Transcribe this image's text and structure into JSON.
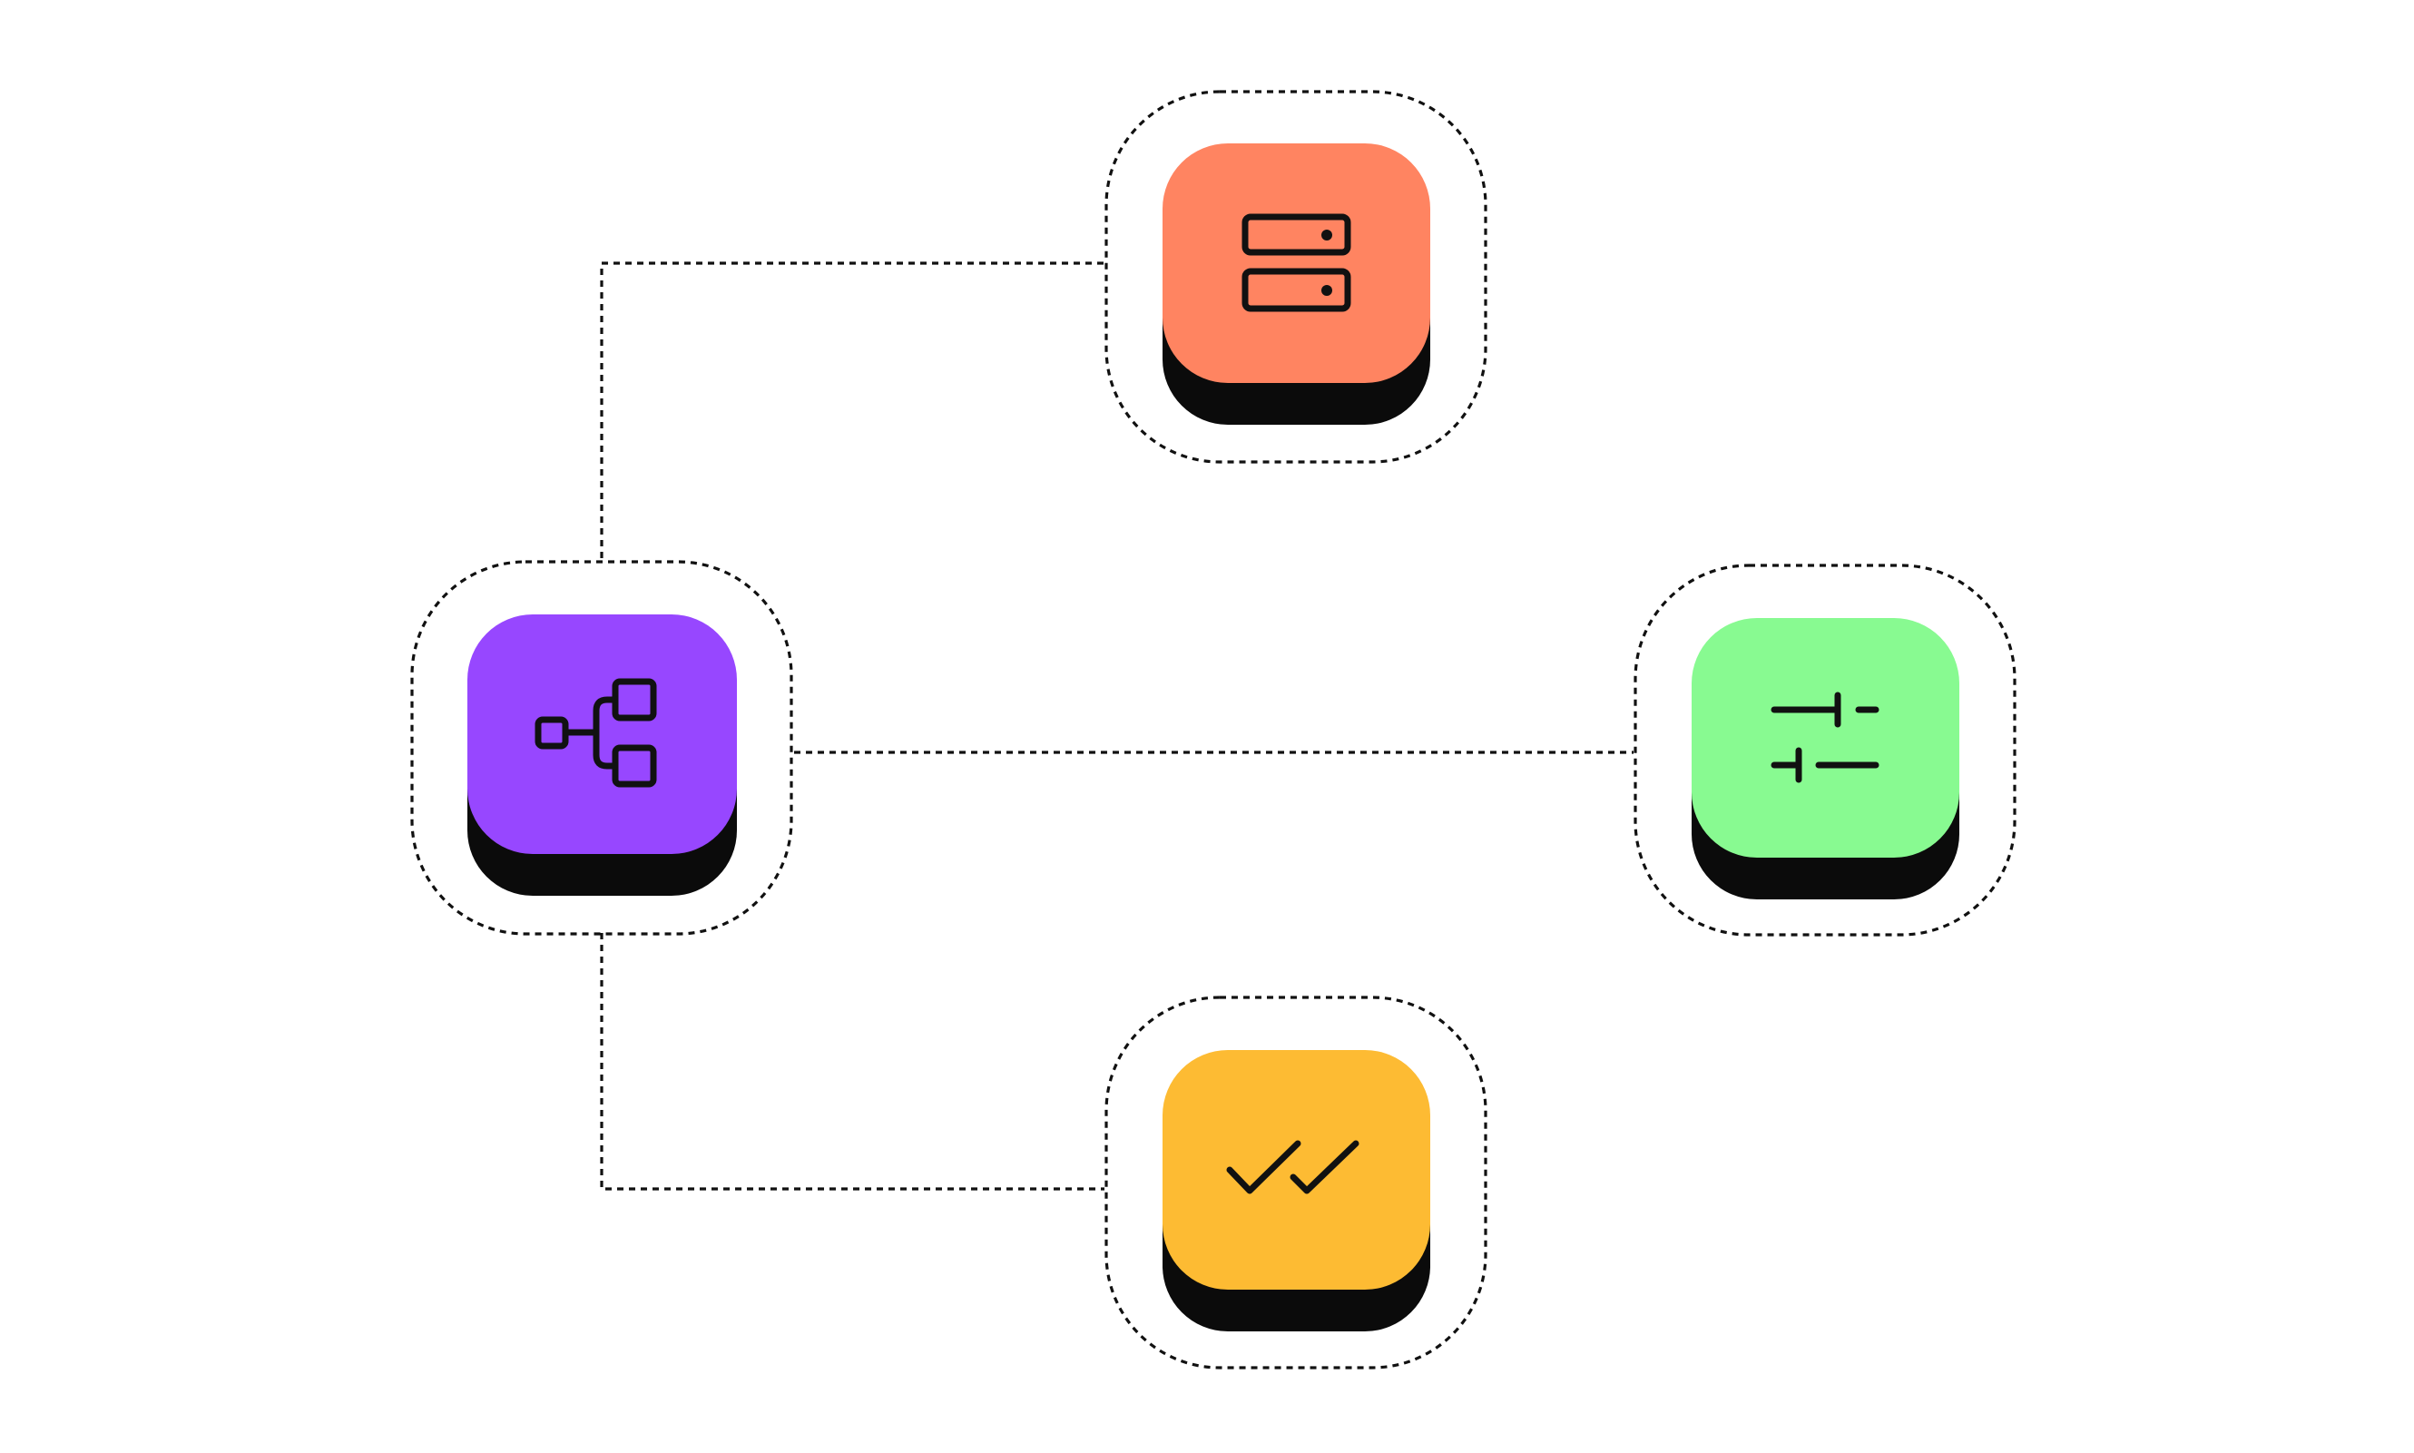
{
  "diagram": {
    "hub": {
      "id": "workflow",
      "icon": "hierarchy-icon",
      "color": "#9747FF"
    },
    "nodes": [
      {
        "id": "storage",
        "icon": "server-icon",
        "color": "#FF8461"
      },
      {
        "id": "settings",
        "icon": "sliders-icon",
        "color": "#88FA91"
      },
      {
        "id": "approval",
        "icon": "double-check-icon",
        "color": "#FDBB33"
      }
    ],
    "edges": [
      {
        "from": "workflow",
        "to": "storage"
      },
      {
        "from": "workflow",
        "to": "settings"
      },
      {
        "from": "workflow",
        "to": "approval"
      }
    ],
    "shadow_color": "#0B0B0B",
    "line_style": "dotted"
  }
}
